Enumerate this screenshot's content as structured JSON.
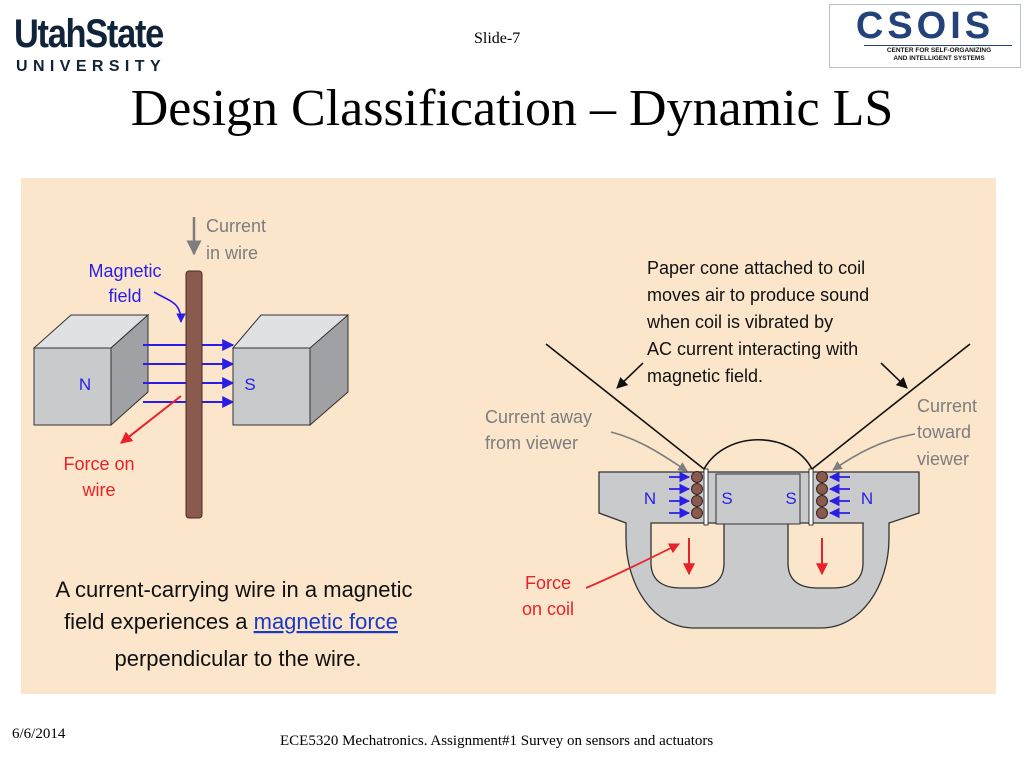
{
  "header": {
    "usu_logo_line1": "UtahState",
    "usu_logo_line2": "UNIVERSITY",
    "slide_number": "Slide-7",
    "csois_logo": "CSOIS",
    "csois_subtitle_line1": "CENTER FOR SELF-ORGANIZING",
    "csois_subtitle_line2": "AND INTELLIGENT SYSTEMS"
  },
  "title": "Design Classification – Dynamic LS",
  "diagram": {
    "left": {
      "current_label_1": "Current",
      "current_label_2": "in wire",
      "magnetic_label_1": "Magnetic",
      "magnetic_label_2": "field",
      "pole_n": "N",
      "pole_s": "S",
      "force_label_1": "Force on",
      "force_label_2": "wire",
      "caption_line1": "A current-carrying wire in a magnetic",
      "caption_line2_prefix": "field experiences a ",
      "caption_link": "magnetic force",
      "caption_line3": "perpendicular to the wire."
    },
    "right": {
      "cone_line1": "Paper cone attached to coil",
      "cone_line2": "moves air to produce sound",
      "cone_line3": "when coil is vibrated by",
      "cone_line4": "AC current interacting with",
      "cone_line5": "magnetic field.",
      "away_line1": "Current away",
      "away_line2": "from viewer",
      "toward_line1": "Current",
      "toward_line2": "toward",
      "toward_line3": "viewer",
      "pole_n": "N",
      "pole_s": "S",
      "force_line1": "Force",
      "force_line2": "on coil"
    }
  },
  "colors": {
    "panel_bg": "#fbe6cc",
    "magnet_fill": "#c9cacc",
    "wire": "#8a5a4e",
    "field_arrow": "#2a1ee6",
    "force_arrow": "#e8222b",
    "label_gray": "#7d7d7d",
    "label_blue": "#2a1ee6",
    "label_red": "#e8222b",
    "link_blue": "#1a39c4"
  },
  "footer": {
    "date": "6/6/2014",
    "course": "ECE5320 Mechatronics. Assignment#1 Survey on sensors and actuators"
  }
}
